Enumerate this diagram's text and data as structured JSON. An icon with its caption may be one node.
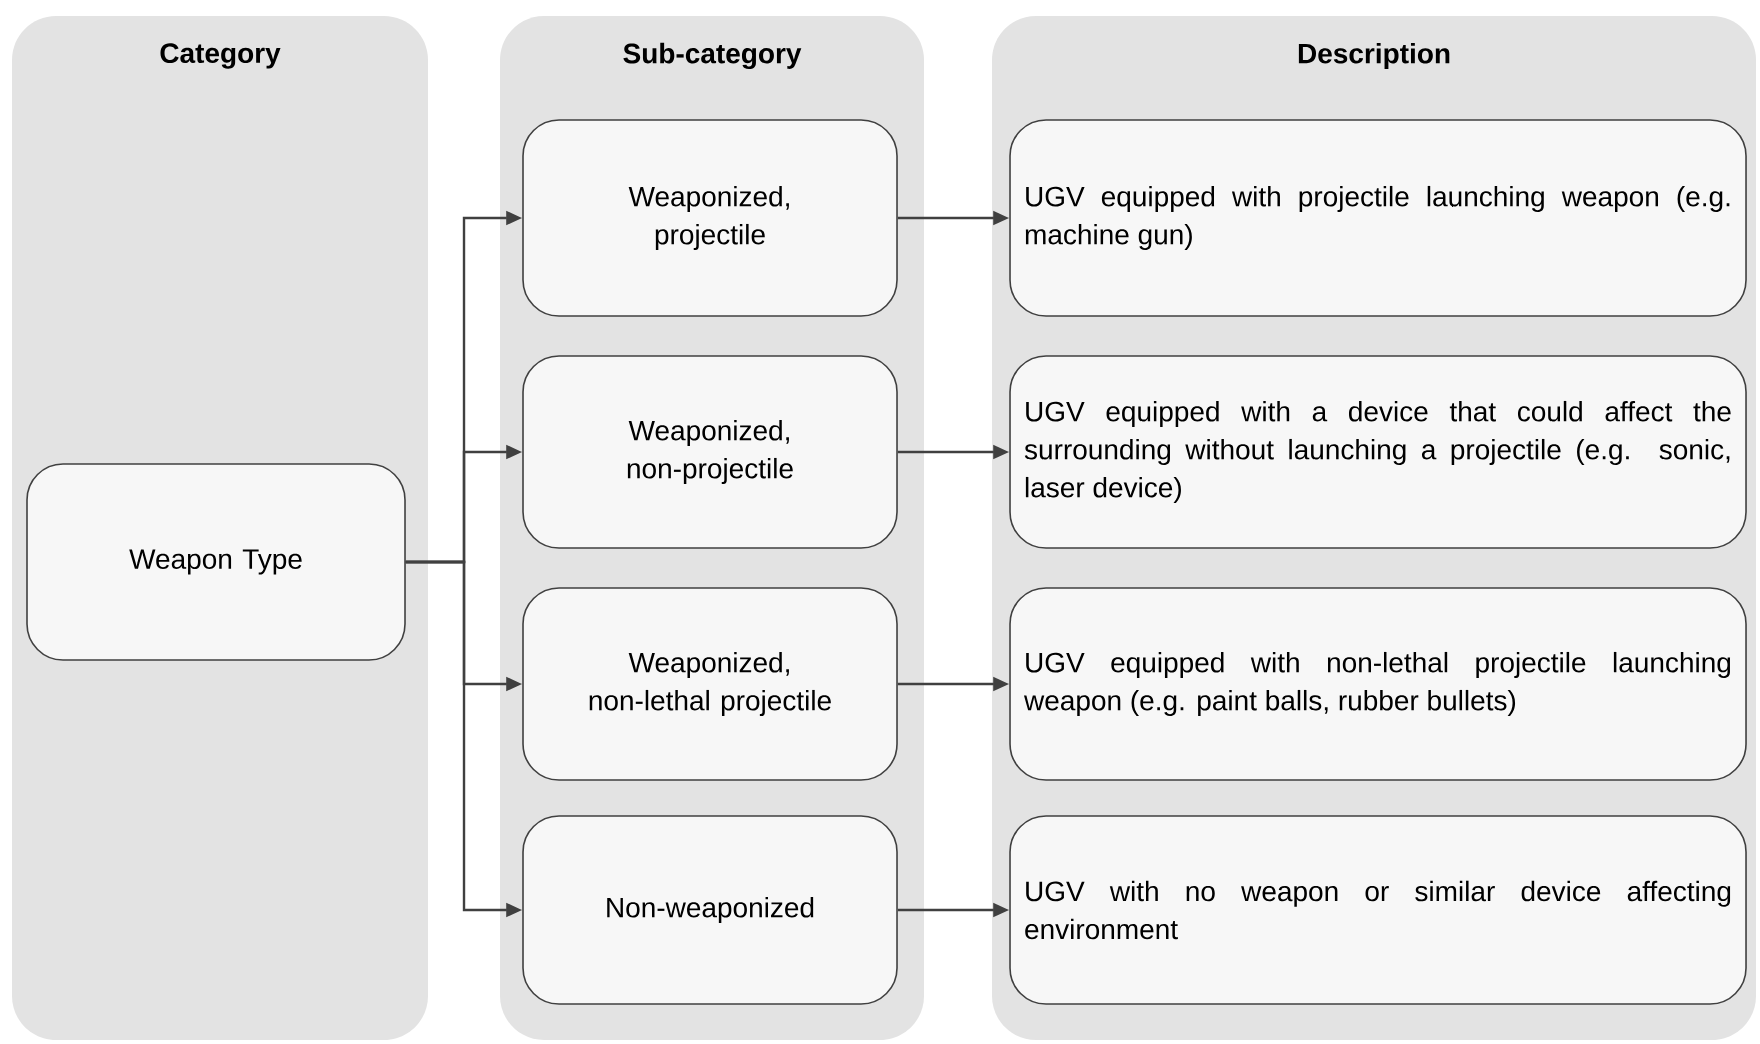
{
  "diagram": {
    "nodes": [
      {
        "text": [
          "Category"
        ]
      },
      {
        "text": [
          "Sub-category"
        ]
      },
      {
        "text": [
          "Description"
        ]
      },
      {
        "text": [
          "Weapon Type"
        ],
        "in": 0
      },
      {
        "text": [
          "Weaponized, projectile"
        ],
        "in": 1
      },
      {
        "text": [
          "Weaponized, non-projectile"
        ],
        "in": 1
      },
      {
        "text": [
          "Weaponized, non-lethal projectile"
        ],
        "in": 1
      },
      {
        "text": [
          "Non-weaponized"
        ],
        "in": 1
      },
      {
        "text": [
          "UGV equipped with projectile launching weapon (e.g. machine gun)"
        ],
        "in": 2
      },
      {
        "text": [
          "UGV equipped with a device that could affect the surrounding without launching a projectile (e.g. sonic, laser device)"
        ],
        "in": 2
      },
      {
        "text": [
          "UGV equipped with non-lethal projectile launching weapon (e.g. paint balls, rubber bullets)"
        ],
        "in": 2
      },
      {
        "text": [
          "UGV with no weapon or similar device affecting environment"
        ],
        "in": 2
      }
    ],
    "edges": [
      {
        "from": 3,
        "to": 4,
        "arrow": "to"
      },
      {
        "from": 3,
        "to": 5,
        "arrow": "to"
      },
      {
        "from": 3,
        "to": 6,
        "arrow": "to"
      },
      {
        "from": 3,
        "to": 7,
        "arrow": "to"
      },
      {
        "from": 4,
        "to": 8,
        "arrow": "to"
      },
      {
        "from": 5,
        "to": 9,
        "arrow": "to"
      },
      {
        "from": 6,
        "to": 10,
        "arrow": "to"
      },
      {
        "from": 7,
        "to": 11,
        "arrow": "to"
      }
    ]
  }
}
